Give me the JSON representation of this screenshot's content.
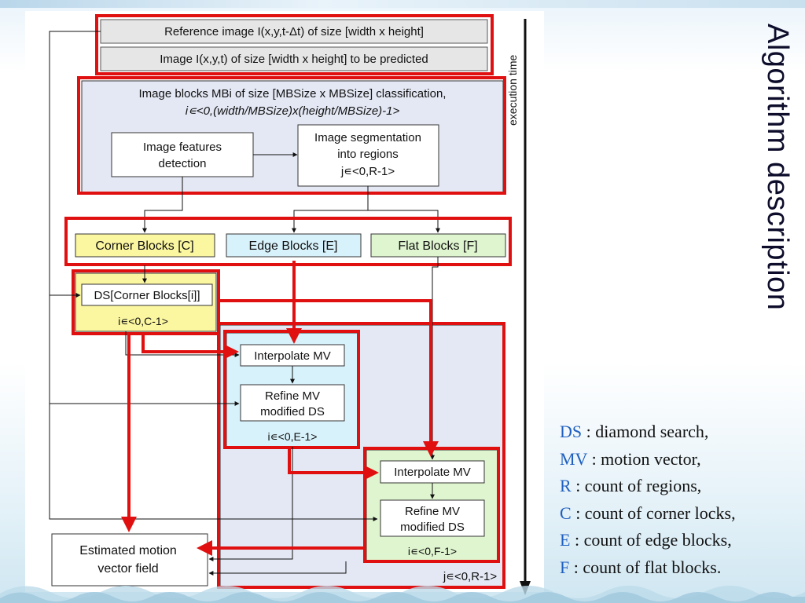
{
  "slide": {
    "title": "Algorithm description"
  },
  "diagram": {
    "ref_image": "Reference image I(x,y,t-Δt) of size [width x height]",
    "cur_image": "Image I(x,y,t) of size [width x height] to be predicted",
    "classification_line1": "Image blocks MBi of size [MBSize x MBSize] classification,",
    "classification_line2": "i∊<0,(width/MBSize)x(height/MBSize)-1>",
    "features_line1": "Image features",
    "features_line2": "detection",
    "segmentation_line1": "Image segmentation",
    "segmentation_line2": "into regions",
    "segmentation_line3": "j∊<0,R-1>",
    "corner_blocks": "Corner Blocks [C]",
    "edge_blocks": "Edge Blocks [E]",
    "flat_blocks": "Flat Blocks [F]",
    "ds_corner": "DS[Corner Blocks[i]]",
    "corner_range": "i∊<0,C-1>",
    "edge_interp": "Interpolate MV",
    "edge_refine_line1": "Refine MV",
    "edge_refine_line2": "modified DS",
    "edge_range": "i∊<0,E-1>",
    "flat_interp": "Interpolate MV",
    "flat_refine_line1": "Refine MV",
    "flat_refine_line2": "modified DS",
    "flat_range": "i∊<0,F-1>",
    "region_range": "j∊<0,R-1>",
    "output_line1": "Estimated motion",
    "output_line2": "vector field",
    "exec_time": "execution time"
  },
  "legend": [
    {
      "abbr": "DS",
      "text": " : diamond search,"
    },
    {
      "abbr": "MV",
      "text": " : motion vector,"
    },
    {
      "abbr": "R",
      "text": " : count of regions,"
    },
    {
      "abbr": "C",
      "text": " : count of corner locks,"
    },
    {
      "abbr": "E",
      "text": " : count of edge blocks,"
    },
    {
      "abbr": "F",
      "text": " : count of flat blocks."
    }
  ],
  "colors": {
    "highlight_red": "#e01010",
    "corner_fill": "#fbf6a0",
    "edge_fill": "#d8f2fb",
    "flat_fill": "#dff5cf",
    "region_fill": "#e4e8f4",
    "legend_abbr": "#1f5fbf"
  }
}
